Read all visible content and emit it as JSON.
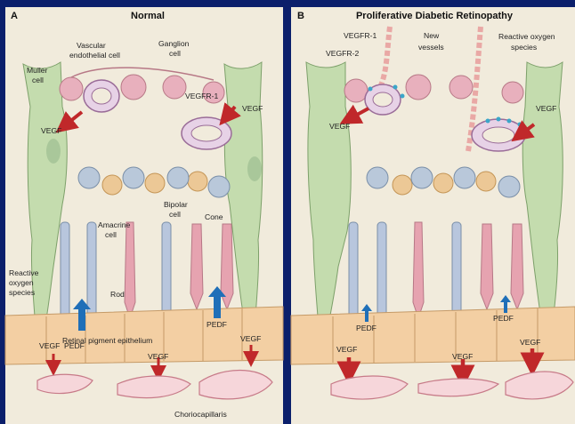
{
  "panels": [
    {
      "letter": "A",
      "title": "Normal",
      "labels": {
        "muller_cell": [
          "Muller",
          "cell"
        ],
        "vascular_endothelial_cell": [
          "Vascular",
          "endothelial cell"
        ],
        "ganglion_cell": [
          "Ganglion",
          "cell"
        ],
        "vegfr1": "VEGFR-1",
        "vegf_left": "VEGF",
        "vegf_right": "VEGF",
        "bipolar_cell": [
          "Bipolar",
          "cell"
        ],
        "cone": "Cone",
        "amacrine_cell": [
          "Amacrine",
          "cell"
        ],
        "reactive_oxygen_species": [
          "Reactive",
          "oxygen",
          "species"
        ],
        "rod": "Rod",
        "pedf_left": "PEDF",
        "pedf_right": "PEDF",
        "retinal_pigment_epithelium": "Retinal pigment epithelium",
        "vegf_bottom_1": "VEGF",
        "vegf_bottom_2": "VEGF",
        "vegf_bottom_3": "VEGF",
        "choriocapillaris": "Choriocapillaris"
      }
    },
    {
      "letter": "B",
      "title": "Proliferative Diabetic Retinopathy",
      "labels": {
        "vegfr1": "VEGFR-1",
        "vegfr2": "VEGFR-2",
        "new_vessels": [
          "New",
          "vessels"
        ],
        "reactive_oxygen_species": [
          "Reactive oxygen",
          "species"
        ],
        "vegf_left": "VEGF",
        "vegf_right": "VEGF",
        "pedf_left": "PEDF",
        "pedf_right": "PEDF",
        "vegf_bottom_1": "VEGF",
        "vegf_bottom_2": "VEGF",
        "vegf_bottom_3": "VEGF"
      }
    }
  ],
  "colors": {
    "background": "#0b1f6b",
    "panel": "#f1ebdc",
    "muller": "#c4dcae",
    "ganglion": "#e8b0bd",
    "bipolar": "#b9c8da",
    "amacrine": "#ecc896",
    "cone": "#e6a3b0",
    "rod": "#b8c6dd",
    "rpe": "#f3cfa3",
    "vegf_arrow": "#c0282a",
    "pedf_arrow": "#1f6fb8"
  }
}
